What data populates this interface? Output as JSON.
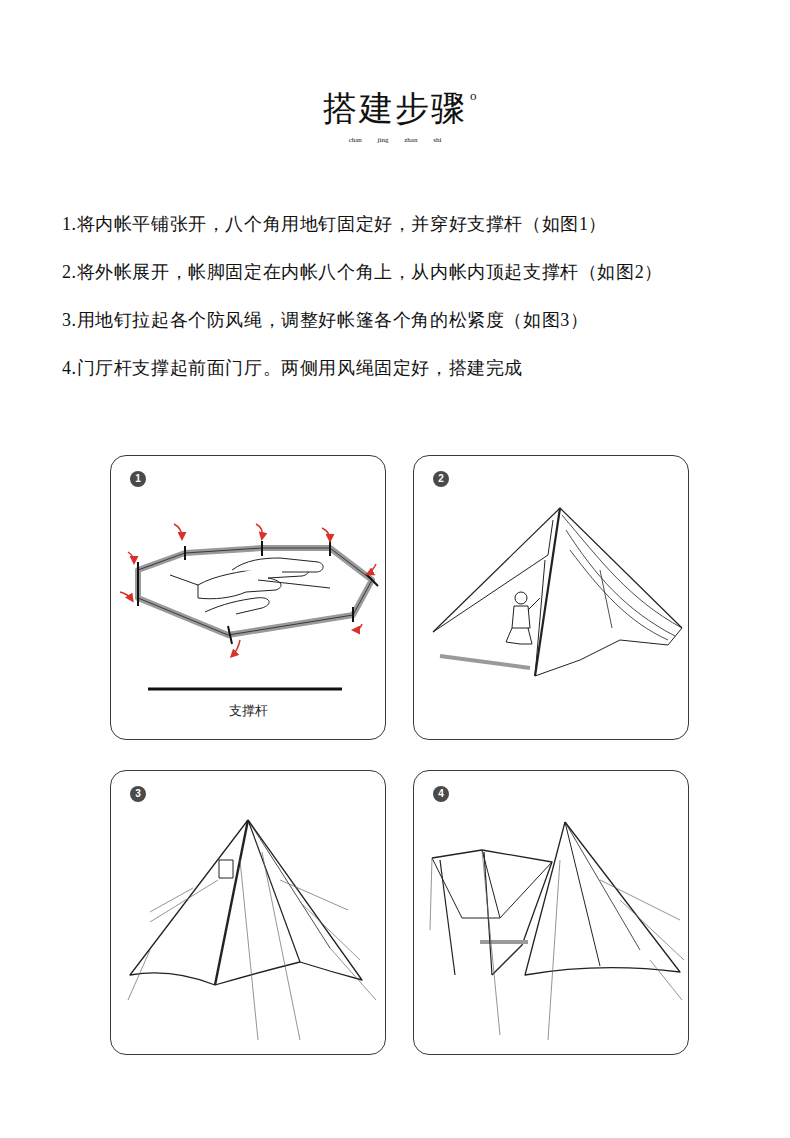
{
  "diagram": {
    "title": "搭建步骤",
    "nodes": [
      {
        "text": [
          "1",
          "支撑杆"
        ]
      },
      {
        "text": [
          "2"
        ]
      },
      {
        "text": [
          "3"
        ]
      },
      {
        "text": [
          "4"
        ]
      }
    ],
    "labels": [
      "o",
      "chan jing zhan shi",
      "1.将内帐平铺张开，八个角用地钉固定好，并穿好支撑杆（如图1）",
      "2.将外帐展开，帐脚固定在内帐八个角上，从内帐内顶起支撑杆（如图2）",
      "3.用地钉拉起各个防风绳，调整好帐篷各个角的松紧度（如图3）",
      "4.门厅杆支撑起前面门厅。两侧用风绳固定好，搭建完成"
    ]
  }
}
